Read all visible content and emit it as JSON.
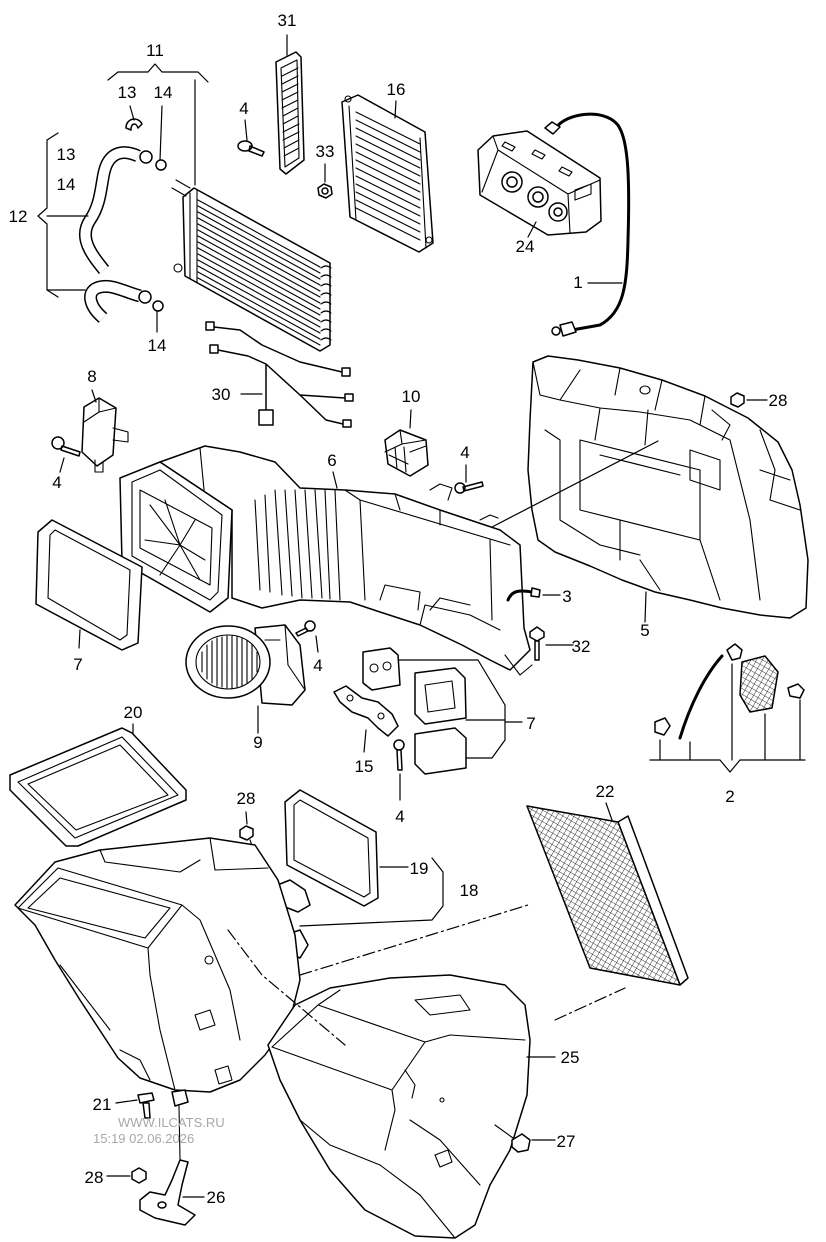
{
  "callouts": [
    "31",
    "11",
    "13",
    "14",
    "4",
    "16",
    "33",
    "13",
    "14",
    "12",
    "24",
    "1",
    "14",
    "8",
    "30",
    "10",
    "28",
    "4",
    "6",
    "4",
    "3",
    "5",
    "7",
    "4",
    "32",
    "20",
    "9",
    "7",
    "15",
    "2",
    "4",
    "22",
    "28",
    "19",
    "18",
    "25",
    "21",
    "27",
    "28",
    "26"
  ],
  "watermark": {
    "site": "WWW.ILCATS.RU",
    "timestamp": "15:19 02.06.2026"
  },
  "colors": {
    "line": "#000000",
    "background": "#ffffff",
    "watermark": "#a8a8a8"
  }
}
